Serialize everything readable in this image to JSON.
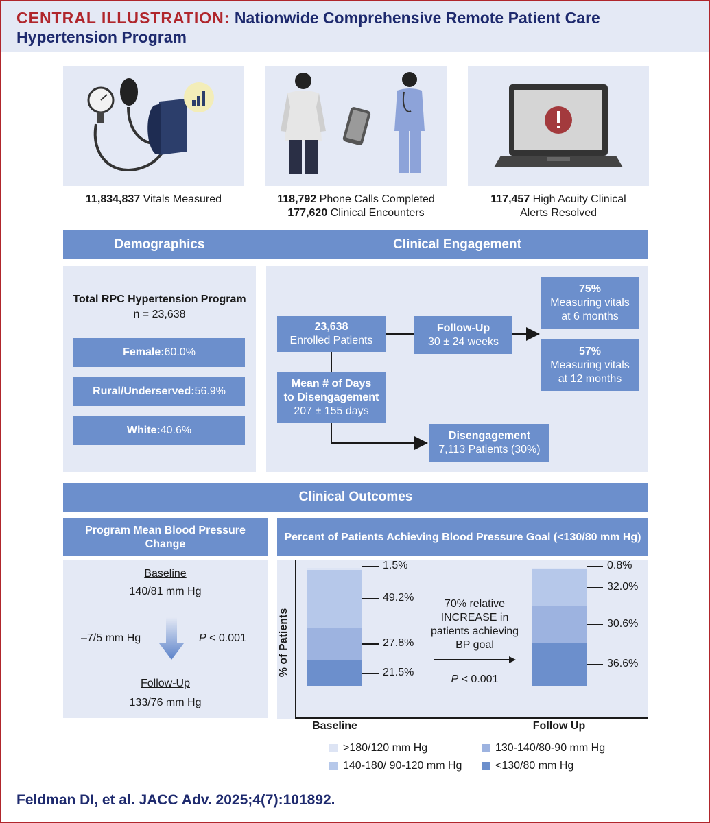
{
  "header": {
    "kicker": "CENTRAL ILLUSTRATION:",
    "title_line1": "Nationwide Comprehensive Remote Patient Care",
    "title_line2": "Hypertension Program"
  },
  "stats": [
    {
      "bold": "11,834,837",
      "text": " Vitals Measured"
    },
    {
      "bold": "118,792",
      "text": " Phone Calls Completed",
      "bold2": "177,620",
      "text2": " Clinical Encounters"
    },
    {
      "bold": "117,457",
      "text": " High Acuity Clinical",
      "line2": "Alerts Resolved"
    }
  ],
  "sections": {
    "demographics": "Demographics",
    "engagement": "Clinical Engagement",
    "outcomes": "Clinical Outcomes"
  },
  "demographics": {
    "title": "Total RPC Hypertension Program",
    "n": "n = 23,638",
    "items": [
      {
        "label": "Female:",
        "value": " 60.0%"
      },
      {
        "label": "Rural/Underserved:",
        "value": " 56.9%"
      },
      {
        "label": "White:",
        "value": " 40.6%"
      }
    ]
  },
  "engagement": {
    "enrolled_bold": "23,638",
    "enrolled_text": "Enrolled Patients",
    "followup_bold": "Follow-Up",
    "followup_text": "30 ± 24 weeks",
    "m6_bold": "75%",
    "m6_line1": "Measuring vitals",
    "m6_line2": "at 6 months",
    "m12_bold": "57%",
    "m12_line1": "Measuring vitals",
    "m12_line2": "at 12 months",
    "days_bold1": "Mean # of Days",
    "days_bold2": "to Disengagement",
    "days_text": "207 ± 155 days",
    "dis_bold": "Disengagement",
    "dis_text": "7,113 Patients (30%)"
  },
  "bp_change": {
    "title_line1": "Program Mean Blood Pressure",
    "title_line2": "Change",
    "baseline_label": "Baseline",
    "baseline_value": "140/81 mm Hg",
    "delta": "–7/5 mm Hg",
    "p_label": "P",
    "p_value": " < 0.001",
    "followup_label": "Follow-Up",
    "followup_value": "133/76 mm Hg"
  },
  "goal_chart_title": "Percent of Patients Achieving Blood Pressure Goal (<130/80 mm Hg)",
  "annotation": {
    "line1": "70% relative",
    "line2": "INCREASE in",
    "line3": "patients achieving",
    "line4": "BP goal",
    "p_label": "P",
    "p_value": " < 0.001"
  },
  "colors": {
    "s180": "#dde4f4",
    "s140_180": "#b6c8ea",
    "s130_140": "#9db3e0",
    "s130": "#6c8fcc"
  },
  "chart_data": {
    "type": "bar",
    "stacked": true,
    "ylabel": "% of Patients",
    "categories": [
      "Baseline",
      "Follow Up"
    ],
    "ylim": [
      0,
      100
    ],
    "series": [
      {
        "name": "<130/80 mm Hg",
        "values": [
          21.5,
          36.6
        ],
        "labels": [
          "21.5%",
          "36.6%"
        ],
        "color": "#6c8fcc"
      },
      {
        "name": "130-140/80-90 mm Hg",
        "values": [
          27.8,
          30.6
        ],
        "labels": [
          "27.8%",
          "30.6%"
        ],
        "color": "#9db3e0"
      },
      {
        "name": "140-180/ 90-120 mm Hg",
        "values": [
          49.2,
          32.0
        ],
        "labels": [
          "49.2%",
          "32.0%"
        ],
        "color": "#b6c8ea"
      },
      {
        "name": ">180/120 mm Hg",
        "values": [
          1.5,
          0.8
        ],
        "labels": [
          "1.5%",
          "0.8%"
        ],
        "color": "#dde4f4"
      }
    ],
    "legend": [
      ">180/120 mm Hg",
      "130-140/80-90 mm Hg",
      "140-180/ 90-120 mm Hg",
      "<130/80 mm Hg"
    ]
  },
  "footer": "Feldman DI, et al. JACC Adv. 2025;4(7):101892."
}
